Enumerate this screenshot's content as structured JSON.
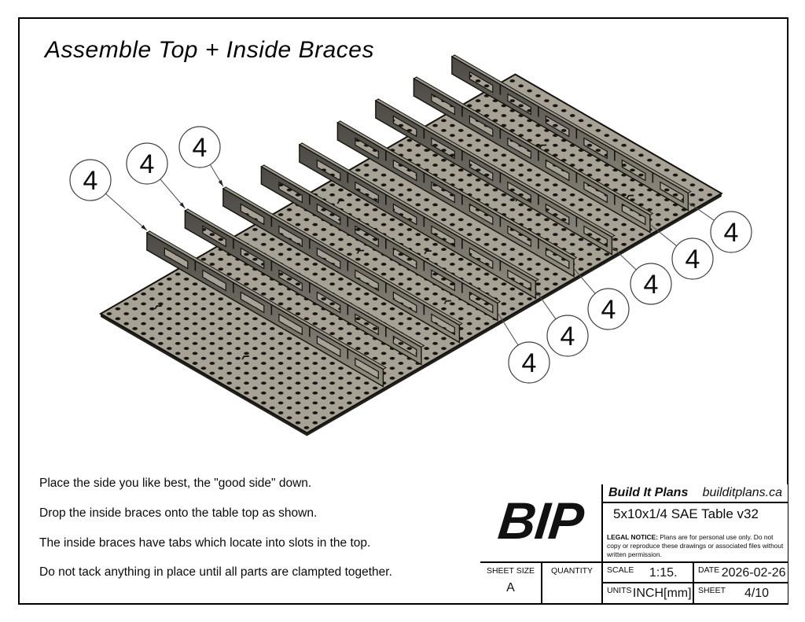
{
  "page": {
    "title": "Assemble Top + Inside Braces"
  },
  "notes": [
    "Place the side you like best, the \"good side\" down.",
    "Drop the inside braces onto the table top as shown.",
    "The inside braces have tabs which locate into slots in the top.",
    "Do not tack anything in place until all parts are clampted together."
  ],
  "drawing": {
    "balloons": [
      "4",
      "4",
      "4",
      "4",
      "4",
      "4",
      "4",
      "4",
      "4"
    ],
    "colors": {
      "table_fill": "#a7a196",
      "dot": "#15140f",
      "outline": "#14130e",
      "brace_dark": "#4c4a45",
      "brace_mid": "#6e6a62",
      "brace_light": "#928d80",
      "brace_top": "#9d988c",
      "brace_end": "#67645c",
      "leader": "#4a4a4a",
      "balloon_stroke": "#3f3f3f",
      "balloon_fill": "#ffffff"
    }
  },
  "title_block": {
    "logo": "BIP",
    "company": "Build It Plans",
    "website": "builditplans.ca",
    "part_title": "5x10x1/4 SAE Table v32",
    "legal_label": "LEGAL NOTICE:",
    "legal_text": " Plans are for personal use only. Do not copy or reproduce these drawings or associated files without written permission.",
    "sheet_size_label": "SHEET SIZE",
    "sheet_size": "A",
    "quantity_label": "QUANTITY",
    "quantity": "",
    "scale_label": "SCALE",
    "scale": "1:15.",
    "date_label": "DATE",
    "date": "2026-02-26",
    "units_label": "UNITS",
    "units": "INCH[mm]",
    "sheet_label": "SHEET",
    "sheet": "4/10"
  }
}
